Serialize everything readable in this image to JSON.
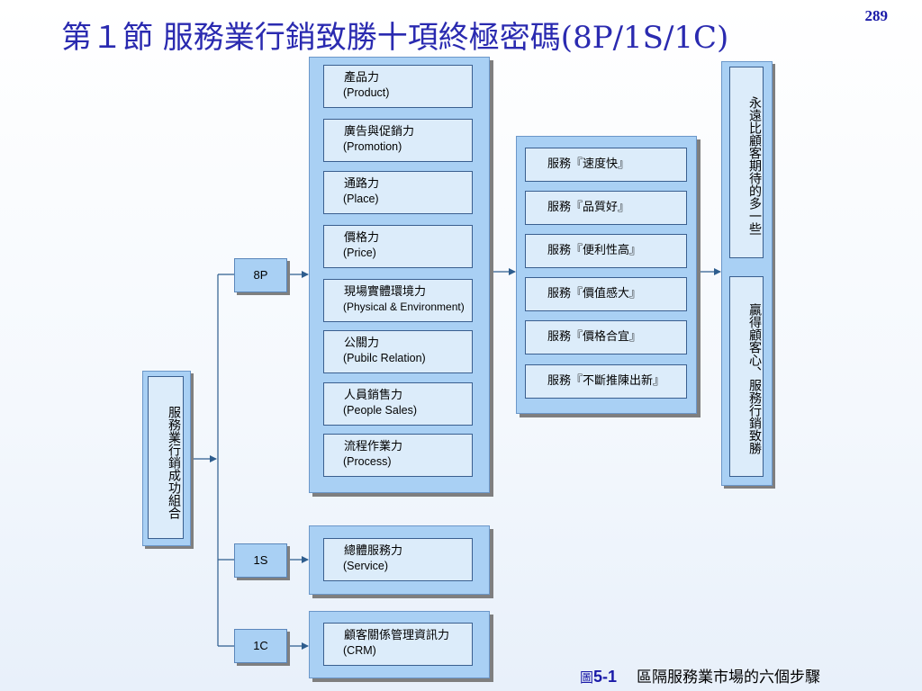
{
  "page_number": "289",
  "title": "第１節  服務業行銷致勝十項終極密碼(8P/1S/1C)",
  "root": {
    "chars": "服務業行銷成功組合"
  },
  "groups": {
    "p8": "8P",
    "s1": "1S",
    "c1": "1C"
  },
  "p8_items": [
    {
      "zh": "產品力",
      "en": "(Product)"
    },
    {
      "zh": "廣告與促銷力",
      "en": "(Promotion)"
    },
    {
      "zh": "通路力",
      "en": "(Place)"
    },
    {
      "zh": "價格力",
      "en": "(Price)"
    },
    {
      "zh": "現場實體環境力",
      "en": "(Physical & Environment)"
    },
    {
      "zh": "公關力",
      "en": "(Pubilc Relation)"
    },
    {
      "zh": "人員銷售力",
      "en": "(People Sales)"
    },
    {
      "zh": "流程作業力",
      "en": "(Process)"
    }
  ],
  "s1_item": {
    "zh": "總體服務力",
    "en": "(Service)"
  },
  "c1_item": {
    "zh": "顧客關係管理資訊力",
    "en": "(CRM)"
  },
  "services": [
    "服務『速度快』",
    "服務『品質好』",
    "服務『便利性高』",
    "服務『價值感大』",
    "服務『價格合宜』",
    "服務『不斷推陳出新』"
  ],
  "right_top": "永遠比顧客期待的多一些",
  "right_bottom": "贏得顧客心、服務行銷致勝",
  "caption": {
    "fig_label": "圖",
    "fig_num": "5-1",
    "text": "區隔服務業市場的六個步驟"
  },
  "colors": {
    "title": "#2a2ab0",
    "panel": "#a9d0f4",
    "box": "#dcecfa",
    "line": "#2e5d8e"
  }
}
